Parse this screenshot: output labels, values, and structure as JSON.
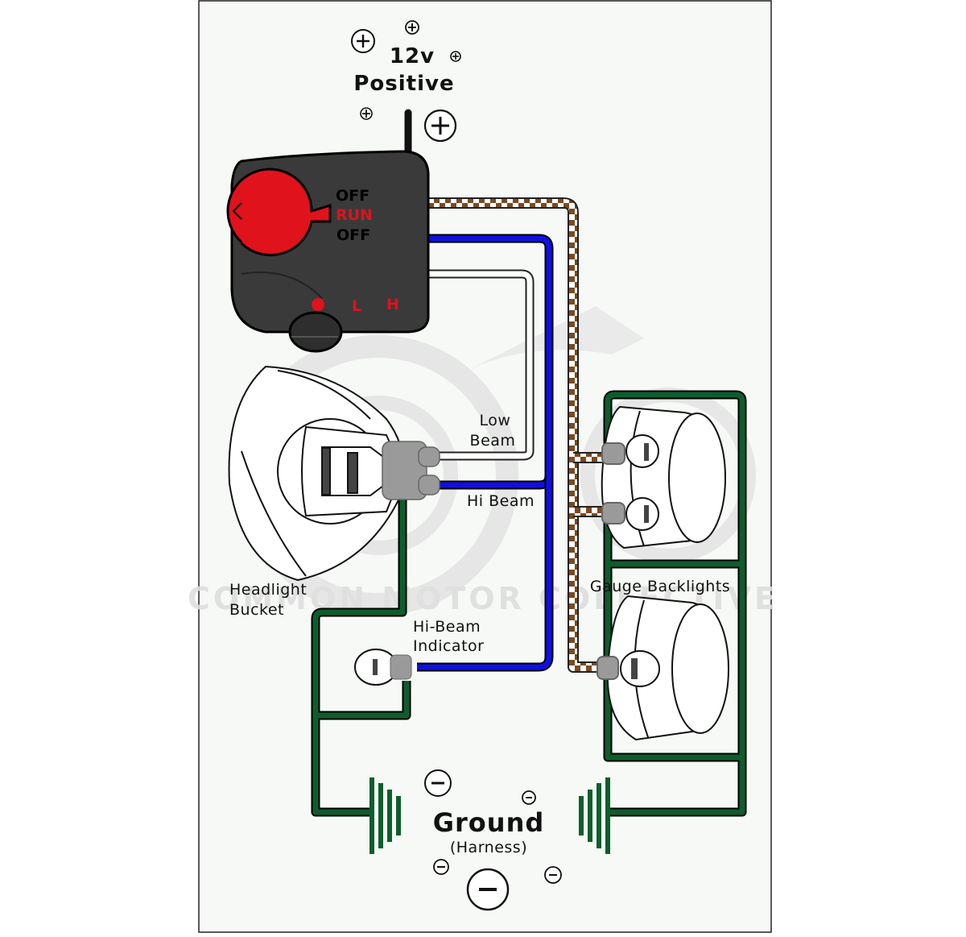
{
  "power": {
    "voltage": "12v",
    "label": "Positive"
  },
  "switch": {
    "off_top": "OFF",
    "run": "RUN",
    "off_bottom": "OFF",
    "low": "L",
    "high": "H"
  },
  "labels": {
    "low_beam_1": "Low",
    "low_beam_2": "Beam",
    "hi_beam": "Hi Beam",
    "headlight_1": "Headlight",
    "headlight_2": "Bucket",
    "indicator_1": "Hi-Beam",
    "indicator_2": "Indicator",
    "gauge": "Gauge Backlights"
  },
  "ground": {
    "label": "Ground",
    "sub": "(Harness)"
  },
  "watermark": "COMMON MOTOR COLLECTIVE",
  "colors": {
    "hi_beam_wire": "#1010e0",
    "ground_wire": "#0d5e2c",
    "backlight_wire": "#7a4a1e",
    "run_red": "#e0121c",
    "switch_body": "#3a3a3a"
  }
}
